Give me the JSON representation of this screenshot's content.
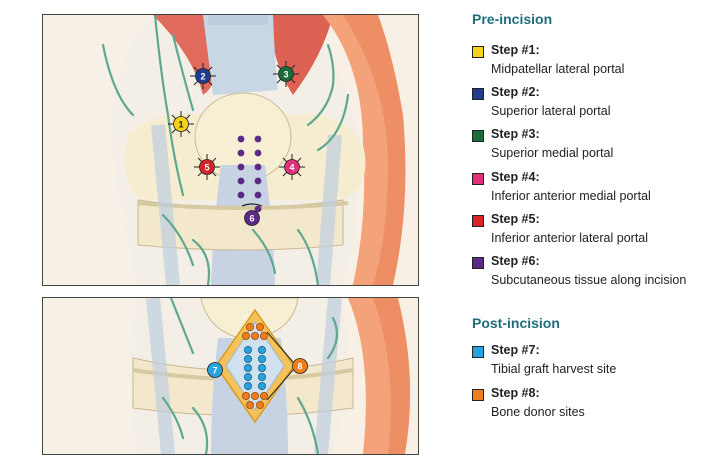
{
  "legend": {
    "pre_title": "Pre-incision",
    "post_title": "Post-incision",
    "pre_steps": [
      {
        "number": "1",
        "label": "Step #1:",
        "desc": "Midpatellar lateral portal",
        "color": "#f3d21a"
      },
      {
        "number": "2",
        "label": "Step #2:",
        "desc": "Superior lateral portal",
        "color": "#1f3d8f"
      },
      {
        "number": "3",
        "label": "Step #3:",
        "desc": "Superior medial portal",
        "color": "#1a6b3c"
      },
      {
        "number": "4",
        "label": "Step #4:",
        "desc": "Inferior anterior medial portal",
        "color": "#e0307a"
      },
      {
        "number": "5",
        "label": "Step #5:",
        "desc": "Inferior anterior lateral portal",
        "color": "#d8232a"
      },
      {
        "number": "6",
        "label": "Step #6:",
        "desc": "Subcutaneous tissue along incision",
        "color": "#5a2a86"
      }
    ],
    "post_steps": [
      {
        "number": "7",
        "label": "Step #7:",
        "desc": "Tibial graft harvest site",
        "color": "#27a4dd"
      },
      {
        "number": "8",
        "label": "Step #8:",
        "desc": "Bone donor sites",
        "color": "#ee7d1d"
      }
    ]
  }
}
